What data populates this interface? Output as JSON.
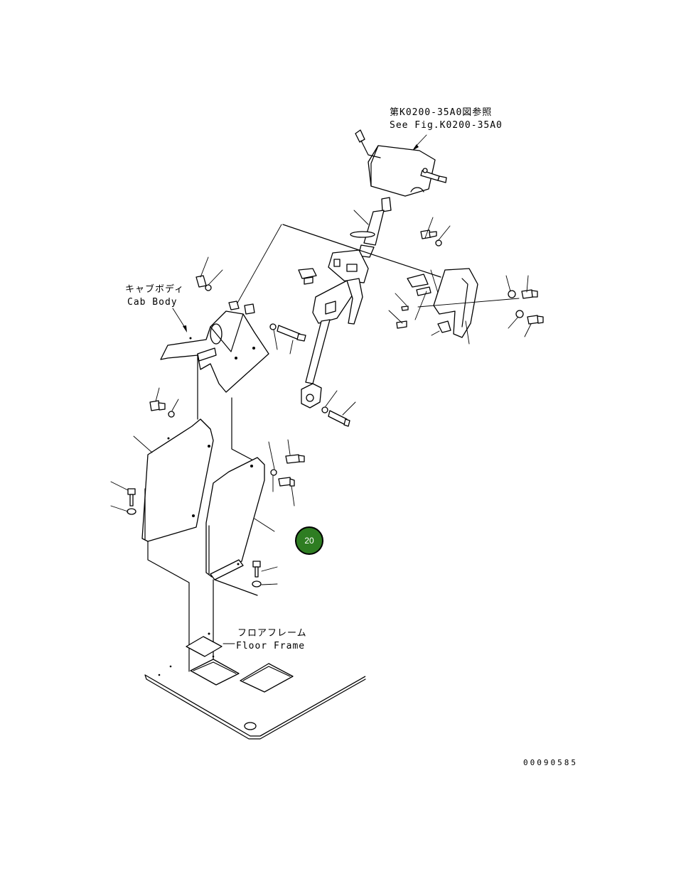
{
  "references": {
    "top_ref_jp": "第K0200-35A0図参照",
    "top_ref_en": "See Fig.K0200-35A0",
    "cab_body_jp": "キャブボディ",
    "cab_body_en": "Cab Body",
    "floor_frame_jp": "フロアフレーム",
    "floor_frame_en": "Floor Frame"
  },
  "callout": {
    "number": "20",
    "color": "#2e7d22"
  },
  "drawing_code": "00090585",
  "icons": [
    "steering-column-assembly",
    "pedal-bracket",
    "bolt",
    "washer",
    "cover-plate"
  ]
}
